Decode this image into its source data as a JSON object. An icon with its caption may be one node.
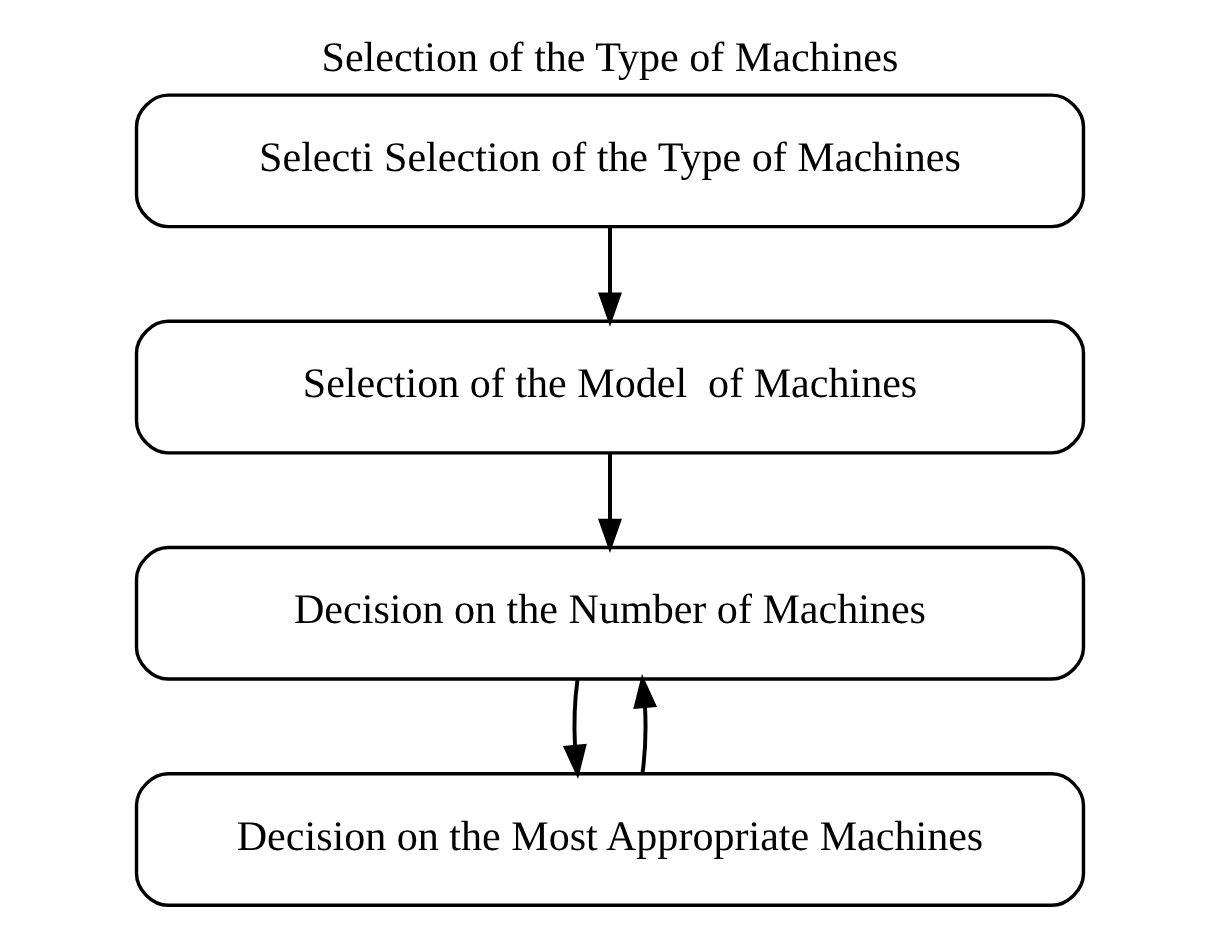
{
  "diagram": {
    "title": "Selection of the Type of Machines",
    "nodes": [
      {
        "text": [
          "Selecti Selection of the Type of Machines"
        ]
      },
      {
        "text": [
          "Selection of the Model  of Machines"
        ]
      },
      {
        "text": [
          "Decision on the Number of Machines"
        ]
      },
      {
        "text": [
          "Decision on the Most Appropriate Machines"
        ]
      }
    ],
    "edges": [
      {
        "from": 0,
        "to": 1,
        "arrow": "to"
      },
      {
        "from": 1,
        "to": 2,
        "arrow": "to"
      },
      {
        "from": 2,
        "to": 3,
        "arrow": "to"
      },
      {
        "from": 3,
        "to": 2,
        "arrow": "to"
      }
    ]
  }
}
